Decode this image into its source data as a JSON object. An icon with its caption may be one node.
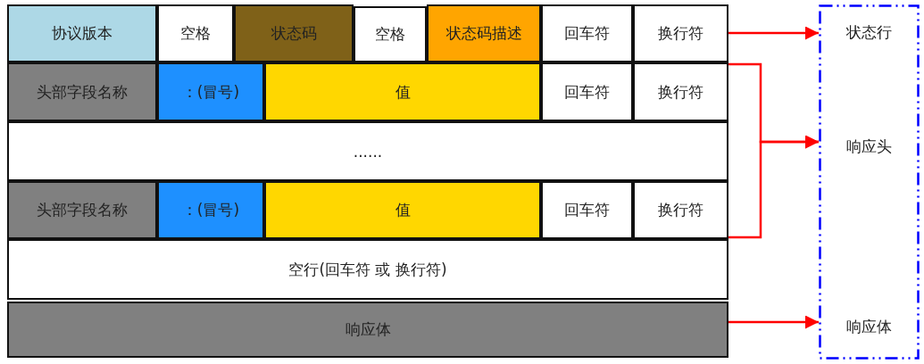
{
  "diagram": {
    "nodes": [
      {
        "text": [
          "协议版本"
        ]
      },
      {
        "text": [
          "空格"
        ]
      },
      {
        "text": [
          "状态码"
        ]
      },
      {
        "text": [
          "空格"
        ]
      },
      {
        "text": [
          "状态码描述"
        ]
      },
      {
        "text": [
          "回车符"
        ]
      },
      {
        "text": [
          "换行符"
        ]
      },
      {
        "text": [
          "头部字段名称"
        ]
      },
      {
        "text": [
          "：(冒号)"
        ]
      },
      {
        "text": [
          "值"
        ]
      },
      {
        "text": [
          "回车符"
        ]
      },
      {
        "text": [
          "换行符"
        ]
      },
      {
        "text": [
          "......"
        ]
      },
      {
        "text": [
          "头部字段名称"
        ]
      },
      {
        "text": [
          "：(冒号)"
        ]
      },
      {
        "text": [
          "值"
        ]
      },
      {
        "text": [
          "回车符"
        ]
      },
      {
        "text": [
          "换行符"
        ]
      },
      {
        "text": [
          "空行(回车符 或 换行符)"
        ]
      },
      {
        "text": [
          "响应体"
        ]
      },
      {
        "text": [],
        "shape": "box"
      },
      {
        "text": [
          "状态行"
        ],
        "in": 20
      },
      {
        "text": [
          "响应头"
        ],
        "in": 20
      },
      {
        "text": [
          "响应体"
        ],
        "in": 20
      }
    ],
    "edges": [
      {
        "from": 6,
        "to": 21,
        "arrow": "to",
        "color": "#ff0000"
      },
      {
        "from": 11,
        "to": 22,
        "arrow": "to",
        "color": "#ff0000"
      },
      {
        "from": 17,
        "to": 22,
        "arrow": "to",
        "color": "#ff0000"
      },
      {
        "from": 19,
        "to": 23,
        "arrow": "to",
        "color": "#ff0000"
      }
    ]
  }
}
